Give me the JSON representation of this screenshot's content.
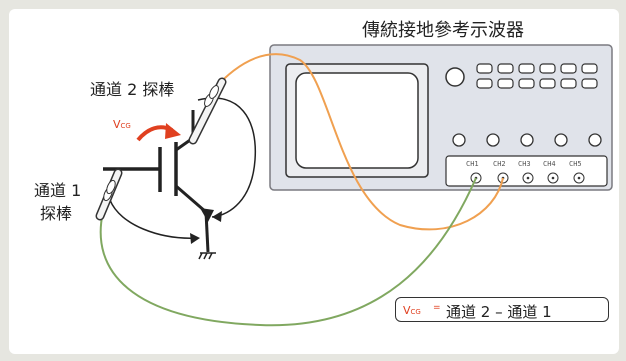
{
  "title": "傳統接地參考示波器",
  "probe_ch2_label": "通道 2 探棒",
  "probe_ch1_label_line1": "通道 1",
  "probe_ch1_label_line2": "探棒",
  "vcg_symbol": "V",
  "vcg_subscript": "CG",
  "formula": {
    "symbol": "V",
    "subscript": "CG",
    "equals": "=",
    "expression": "通道 2 –  通道 1"
  },
  "scope_channels": [
    "CH1",
    "CH2",
    "CH3",
    "CH4",
    "CH5"
  ],
  "colors": {
    "ch2_wire": "#f0a050",
    "ch1_wire": "#80a860",
    "arrow": "#e04020",
    "scope_body": "#e0e3ea"
  }
}
